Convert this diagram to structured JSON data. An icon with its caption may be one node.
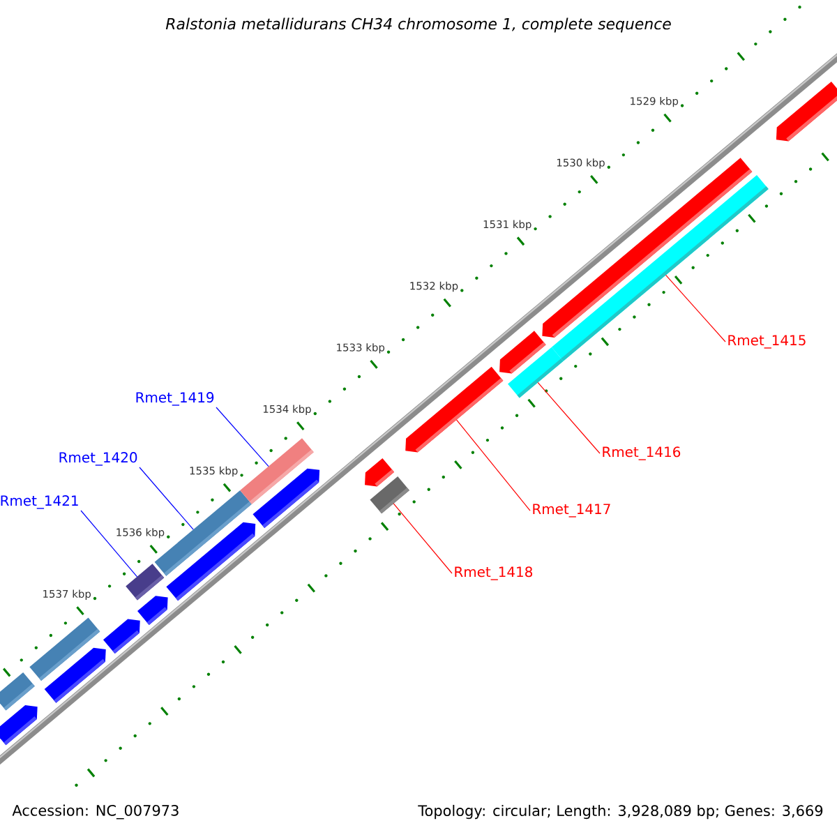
{
  "diagram": {
    "title": "Ralstonia metallidurans CH34 chromosome 1, complete sequence",
    "nodes": [
      {
        "text": [],
        "shape": "bar"
      },
      {
        "text": [],
        "shape": "arrow"
      },
      {
        "text": [],
        "shape": "bar"
      },
      {
        "text": [],
        "shape": "arrow"
      },
      {
        "text": [],
        "shape": "arrow"
      },
      {
        "text": [],
        "shape": "bar"
      },
      {
        "text": [],
        "shape": "arrow"
      },
      {
        "text": [],
        "shape": "bar"
      },
      {
        "text": [],
        "shape": "arrow"
      },
      {
        "text": [],
        "shape": "bar"
      },
      {
        "text": [],
        "shape": "arrow"
      },
      {
        "text": [],
        "shape": "arrow"
      },
      {
        "text": [],
        "shape": "bar"
      },
      {
        "text": [],
        "shape": "arrow"
      },
      {
        "text": [],
        "shape": "bar"
      },
      {
        "text": [],
        "shape": "arrow"
      },
      {
        "text": [],
        "shape": "bar"
      },
      {
        "text": [],
        "shape": "arrow"
      },
      {
        "text": [],
        "shape": "arrow"
      },
      {
        "text": [
          "Rmet_1415"
        ]
      },
      {
        "text": [
          "Rmet_1419"
        ]
      },
      {
        "text": [
          "Rmet_1416"
        ]
      },
      {
        "text": [
          "Rmet_1420"
        ]
      },
      {
        "text": [
          "Rmet_1421"
        ]
      },
      {
        "text": [
          "Rmet_1417"
        ]
      },
      {
        "text": [
          "Rmet_1418"
        ]
      }
    ],
    "edges": [
      {
        "from": 19,
        "to": 16,
        "arrow": "none",
        "color": "#ff0000"
      },
      {
        "from": 20,
        "to": 9,
        "arrow": "none",
        "color": "#0000ff"
      },
      {
        "from": 21,
        "to": 14,
        "arrow": "none",
        "color": "#ff0000"
      },
      {
        "from": 22,
        "to": 7,
        "arrow": "none",
        "color": "#0000ff"
      },
      {
        "from": 23,
        "to": 5,
        "arrow": "none",
        "color": "#0000ff"
      },
      {
        "from": 24,
        "to": 13,
        "arrow": "none",
        "color": "#ff0000"
      },
      {
        "from": 25,
        "to": 12,
        "arrow": "none",
        "color": "#ff0000"
      }
    ],
    "labels": [
      "1529 kbp",
      "1530 kbp",
      "1531 kbp",
      "1532 kbp",
      "1533 kbp",
      "1534 kbp",
      "1535 kbp",
      "1536 kbp",
      "1537 kbp",
      "Accession: NC_007973",
      "Topology: circular; Length: 3,928,089 bp; Genes: 3,669"
    ]
  }
}
